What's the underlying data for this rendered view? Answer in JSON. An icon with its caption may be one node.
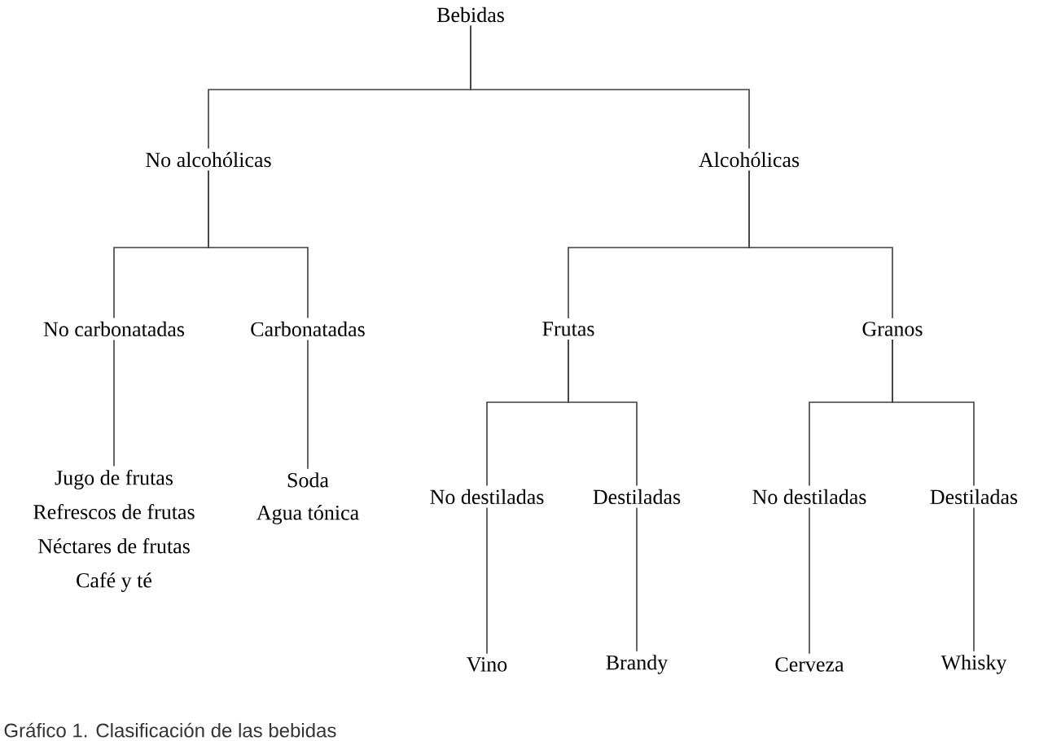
{
  "diagram": {
    "caption": "Gráfico 1. Clasificación de las bebidas",
    "nodes": [
      {
        "text": [
          "Bebidas"
        ]
      },
      {
        "text": [
          "No alcohólicas"
        ]
      },
      {
        "text": [
          "Alcohólicas"
        ]
      },
      {
        "text": [
          "No carbonatadas"
        ]
      },
      {
        "text": [
          "Carbonatadas"
        ]
      },
      {
        "text": [
          "Frutas"
        ]
      },
      {
        "text": [
          "Granos"
        ]
      },
      {
        "text": [
          "Jugo de frutas",
          "Refrescos de frutas",
          "Néctares de frutas",
          "Café y té"
        ]
      },
      {
        "text": [
          "Soda",
          "Agua tónica"
        ]
      },
      {
        "text": [
          "No destiladas"
        ]
      },
      {
        "text": [
          "Destiladas"
        ]
      },
      {
        "text": [
          "No destiladas"
        ]
      },
      {
        "text": [
          "Destiladas"
        ]
      },
      {
        "text": [
          "Vino"
        ]
      },
      {
        "text": [
          "Brandy"
        ]
      },
      {
        "text": [
          "Cerveza"
        ]
      },
      {
        "text": [
          "Whisky"
        ]
      }
    ],
    "edges": [
      {
        "from": 0,
        "to": 1,
        "arrow": "none"
      },
      {
        "from": 0,
        "to": 2,
        "arrow": "none"
      },
      {
        "from": 1,
        "to": 3,
        "arrow": "none"
      },
      {
        "from": 1,
        "to": 4,
        "arrow": "none"
      },
      {
        "from": 2,
        "to": 5,
        "arrow": "none"
      },
      {
        "from": 2,
        "to": 6,
        "arrow": "none"
      },
      {
        "from": 3,
        "to": 7,
        "arrow": "none"
      },
      {
        "from": 4,
        "to": 8,
        "arrow": "none"
      },
      {
        "from": 5,
        "to": 9,
        "arrow": "none"
      },
      {
        "from": 5,
        "to": 10,
        "arrow": "none"
      },
      {
        "from": 6,
        "to": 11,
        "arrow": "none"
      },
      {
        "from": 6,
        "to": 12,
        "arrow": "none"
      },
      {
        "from": 9,
        "to": 13,
        "arrow": "none"
      },
      {
        "from": 10,
        "to": 14,
        "arrow": "none"
      },
      {
        "from": 11,
        "to": 15,
        "arrow": "none"
      },
      {
        "from": 12,
        "to": 16,
        "arrow": "none"
      }
    ]
  }
}
